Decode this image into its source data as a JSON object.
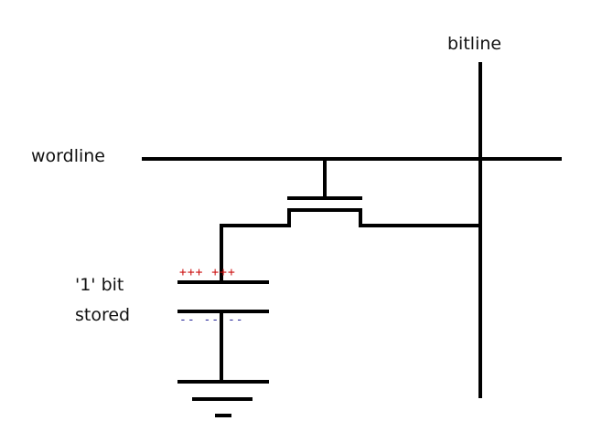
{
  "labels": {
    "bitline": "bitline",
    "wordline": "wordline",
    "bit_line1": "'1' bit",
    "bit_line2": "stored"
  },
  "charges": {
    "top_plate": "+++ +++",
    "bottom_plate": "-- -- --"
  },
  "colors": {
    "wire": "#000000",
    "positive_charge": "#cc1111",
    "negative_charge": "#2a2a9a"
  }
}
